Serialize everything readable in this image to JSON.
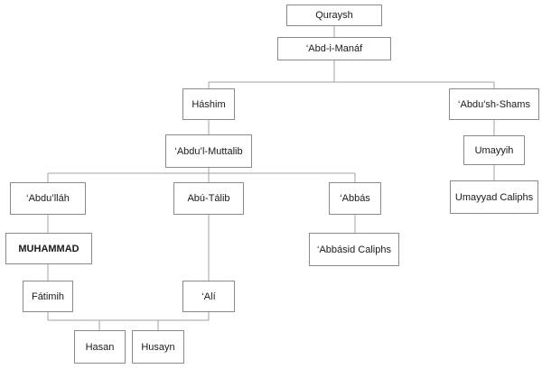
{
  "nodes": {
    "quraysh": "Quraysh",
    "abd_i_manaf": "‘Abd-i-Manáf",
    "hashim": "Háshim",
    "abdu_sh_shams": "‘Abdu’sh-Shams",
    "abdul_muttalib": "‘Abdu’l-Muttalib",
    "umayyih": "Umayyih",
    "umayyad_caliphs": "Umayyad Caliphs",
    "abdullah": "‘Abdu’lláh",
    "abu_talib": "Abú-Tálib",
    "abbas": "‘Abbás",
    "muhammad": "MUHAMMAD",
    "abbasid_caliphs": "‘Abbásid Caliphs",
    "fatimih": "Fátimih",
    "ali": "‘Alí",
    "hasan": "Hasan",
    "husayn": "Husayn"
  }
}
